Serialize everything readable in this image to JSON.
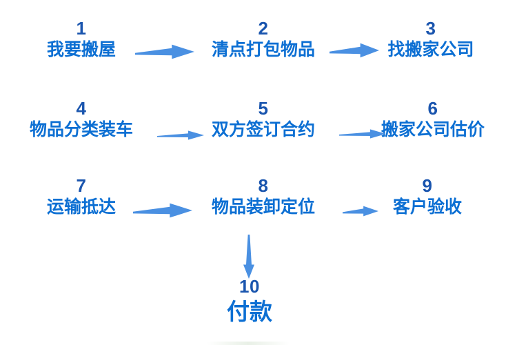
{
  "diagram": {
    "name": "moving-house-process-flowchart",
    "language": "zh",
    "colors": {
      "step_number": "#1a55ae",
      "step_label": "#0c6fd3",
      "arrow": "#4a90e2",
      "background": "#ffffff"
    },
    "steps": [
      {
        "number": "1",
        "label": "我要搬屋"
      },
      {
        "number": "2",
        "label": "清点打包物品"
      },
      {
        "number": "3",
        "label": "找搬家公司"
      },
      {
        "number": "4",
        "label": "物品分类装车"
      },
      {
        "number": "5",
        "label": "双方签订合约"
      },
      {
        "number": "6",
        "label": "搬家公司估价"
      },
      {
        "number": "7",
        "label": "运输抵达"
      },
      {
        "number": "8",
        "label": "物品装卸定位"
      },
      {
        "number": "9",
        "label": "客户验收"
      },
      {
        "number": "10",
        "label": "付款"
      }
    ],
    "connections": [
      {
        "from": "1",
        "to": "2",
        "direction": "right"
      },
      {
        "from": "2",
        "to": "3",
        "direction": "right"
      },
      {
        "from": "4",
        "to": "5",
        "direction": "right"
      },
      {
        "from": "5",
        "to": "6",
        "direction": "right"
      },
      {
        "from": "7",
        "to": "8",
        "direction": "right"
      },
      {
        "from": "8",
        "to": "9",
        "direction": "right"
      },
      {
        "from": "8",
        "to": "10",
        "direction": "down"
      }
    ]
  }
}
